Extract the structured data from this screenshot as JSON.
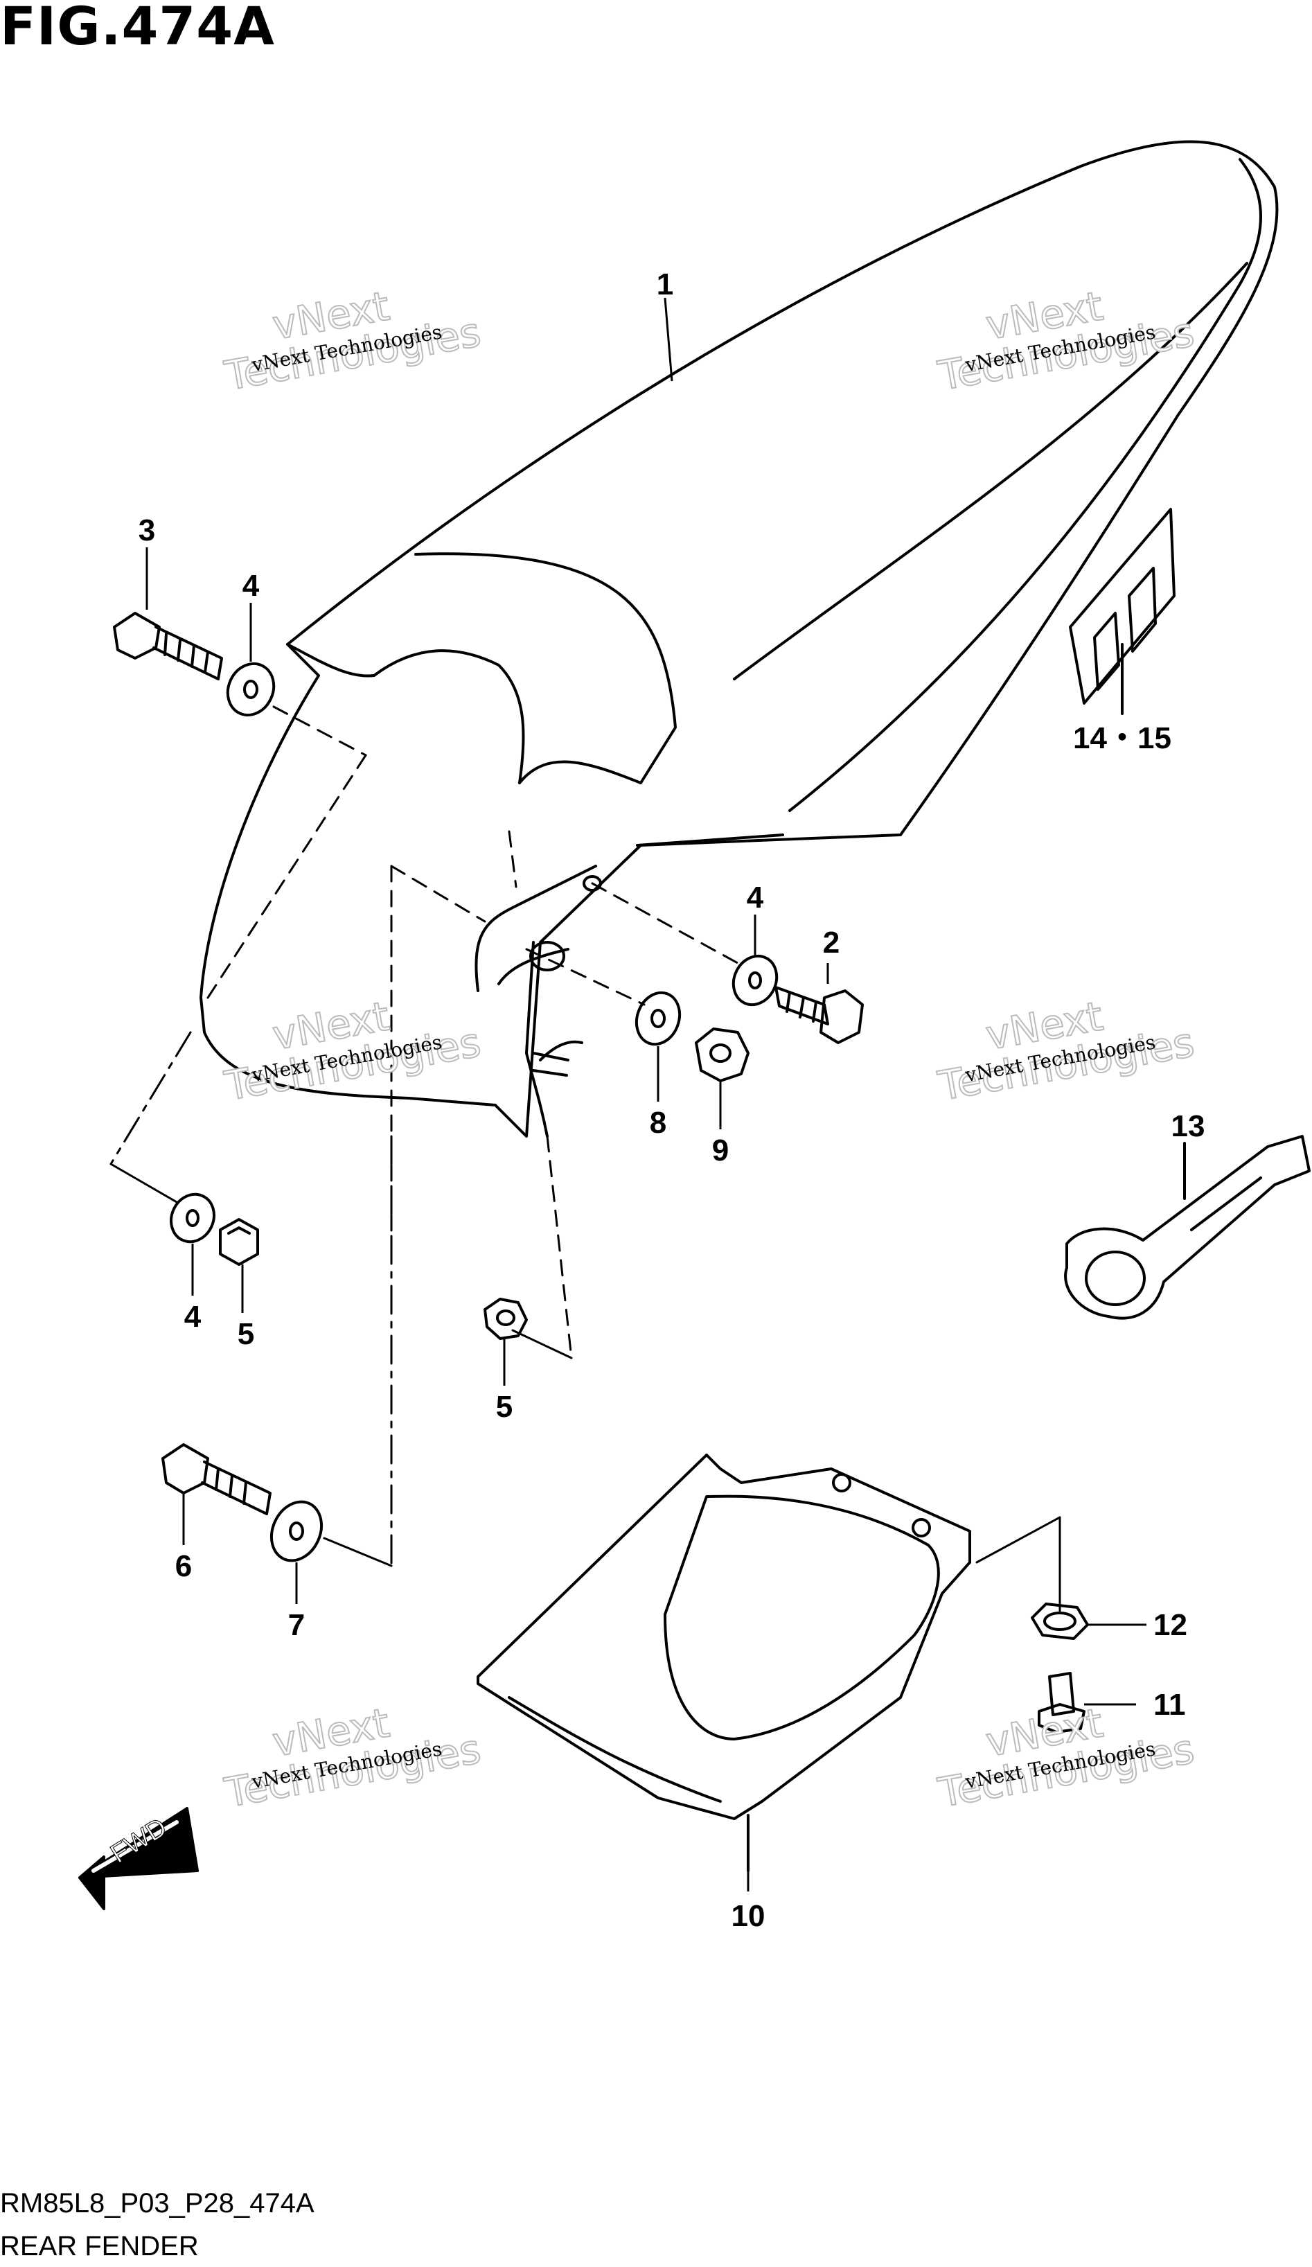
{
  "figure": {
    "title": "FIG.474A",
    "code": "RM85L8_P03_P28_474A",
    "name": "REAR FENDER"
  },
  "watermark": {
    "line1": "vNext Technologies",
    "line2a": "vNext",
    "line2b": "Technologies"
  },
  "fwd_label": "FWD",
  "callouts": [
    {
      "id": "c1",
      "label": "1"
    },
    {
      "id": "c2",
      "label": "2"
    },
    {
      "id": "c3",
      "label": "3"
    },
    {
      "id": "c4a",
      "label": "4"
    },
    {
      "id": "c4b",
      "label": "4"
    },
    {
      "id": "c4c",
      "label": "4"
    },
    {
      "id": "c5a",
      "label": "5"
    },
    {
      "id": "c5b",
      "label": "5"
    },
    {
      "id": "c6",
      "label": "6"
    },
    {
      "id": "c7",
      "label": "7"
    },
    {
      "id": "c8",
      "label": "8"
    },
    {
      "id": "c9",
      "label": "9"
    },
    {
      "id": "c10",
      "label": "10"
    },
    {
      "id": "c11",
      "label": "11"
    },
    {
      "id": "c12",
      "label": "12"
    },
    {
      "id": "c13",
      "label": "13"
    },
    {
      "id": "c1415",
      "label": "14・15"
    }
  ]
}
